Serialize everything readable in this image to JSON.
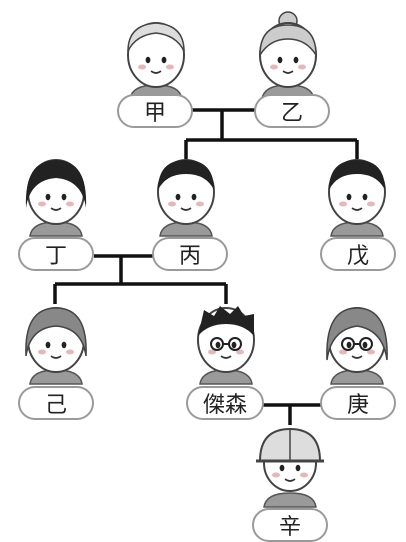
{
  "people": {
    "jia": {
      "name": "甲",
      "avatar": "elderly-man-icon"
    },
    "yi": {
      "name": "乙",
      "avatar": "elderly-woman-icon"
    },
    "ding": {
      "name": "丁",
      "avatar": "woman-icon"
    },
    "bing": {
      "name": "丙",
      "avatar": "man-icon"
    },
    "wu": {
      "name": "戊",
      "avatar": "man-icon"
    },
    "ji": {
      "name": "己",
      "avatar": "woman-icon"
    },
    "jiesen": {
      "name": "傑森",
      "avatar": "man-with-glasses-icon"
    },
    "geng": {
      "name": "庚",
      "avatar": "woman-with-glasses-icon"
    },
    "xin": {
      "name": "辛",
      "avatar": "child-with-cap-icon"
    }
  }
}
